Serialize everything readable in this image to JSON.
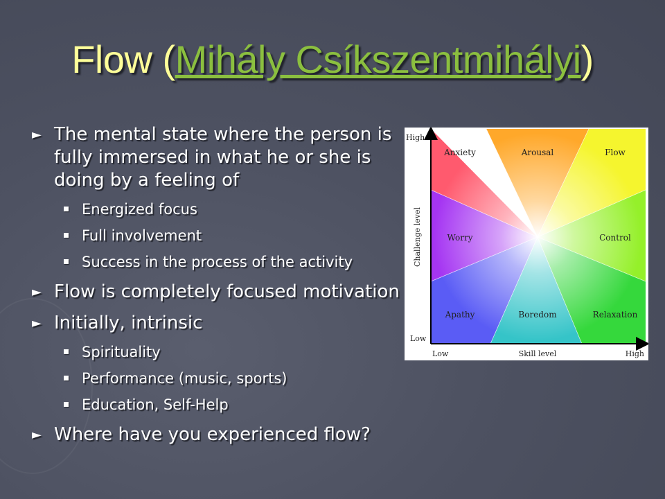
{
  "slide": {
    "title_prefix": "Flow (",
    "title_link": "Mihály Csíkszentmihályi",
    "title_suffix": ")"
  },
  "bullets": [
    {
      "text": "The mental state where the person is fully immersed in what he or she is doing by a feeling of",
      "sub": [
        "Energized focus",
        "Full involvement",
        "Success in the process of the activity"
      ]
    },
    {
      "text": "Flow is completely focused motivation",
      "sub": []
    },
    {
      "text": "Initially, intrinsic",
      "sub": [
        "Spirituality",
        "Performance (music, sports)",
        "Education, Self-Help"
      ]
    },
    {
      "text": "Where have you experienced flow?",
      "sub": []
    }
  ],
  "diagram": {
    "y_axis_label": "Challenge level",
    "x_axis_label": "Skill level",
    "y_high": "High",
    "y_low": "Low",
    "x_low": "Low",
    "x_high": "High",
    "regions": [
      {
        "name": "Anxiety",
        "color": "#ff5a6e"
      },
      {
        "name": "Arousal",
        "color": "#ffa82a"
      },
      {
        "name": "Flow",
        "color": "#f5f52e"
      },
      {
        "name": "Worry",
        "color": "#a535f2"
      },
      {
        "name": "Control",
        "color": "#95f02a"
      },
      {
        "name": "Apathy",
        "color": "#5a5cf5"
      },
      {
        "name": "Boredom",
        "color": "#35c4c8"
      },
      {
        "name": "Relaxation",
        "color": "#35d83c"
      }
    ]
  }
}
